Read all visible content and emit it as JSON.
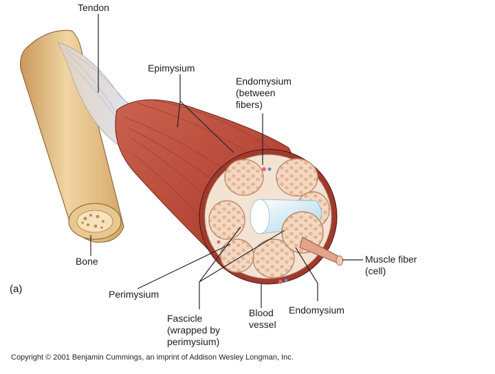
{
  "panel_tag": "(a)",
  "labels": {
    "tendon": "Tendon",
    "epimysium": "Epimysium",
    "endomysium_top": "Endomysium\n(between\nfibers)",
    "bone": "Bone",
    "perimysium": "Perimysium",
    "fascicle": "Fascicle\n(wrapped by\nperimysium)",
    "blood_vessel": "Blood\nvessel",
    "endomysium_bottom": "Endomysium",
    "muscle_fiber": "Muscle fiber\n(cell)"
  },
  "copyright": "Copyright © 2001 Benjamin Cummings, an imprint of Addison Wesley Longman, Inc.",
  "colors": {
    "muscle": "#b8493a",
    "bone": "#e8c690",
    "tendon": "#d9dde8",
    "fascicle": "#f1d3bb"
  }
}
